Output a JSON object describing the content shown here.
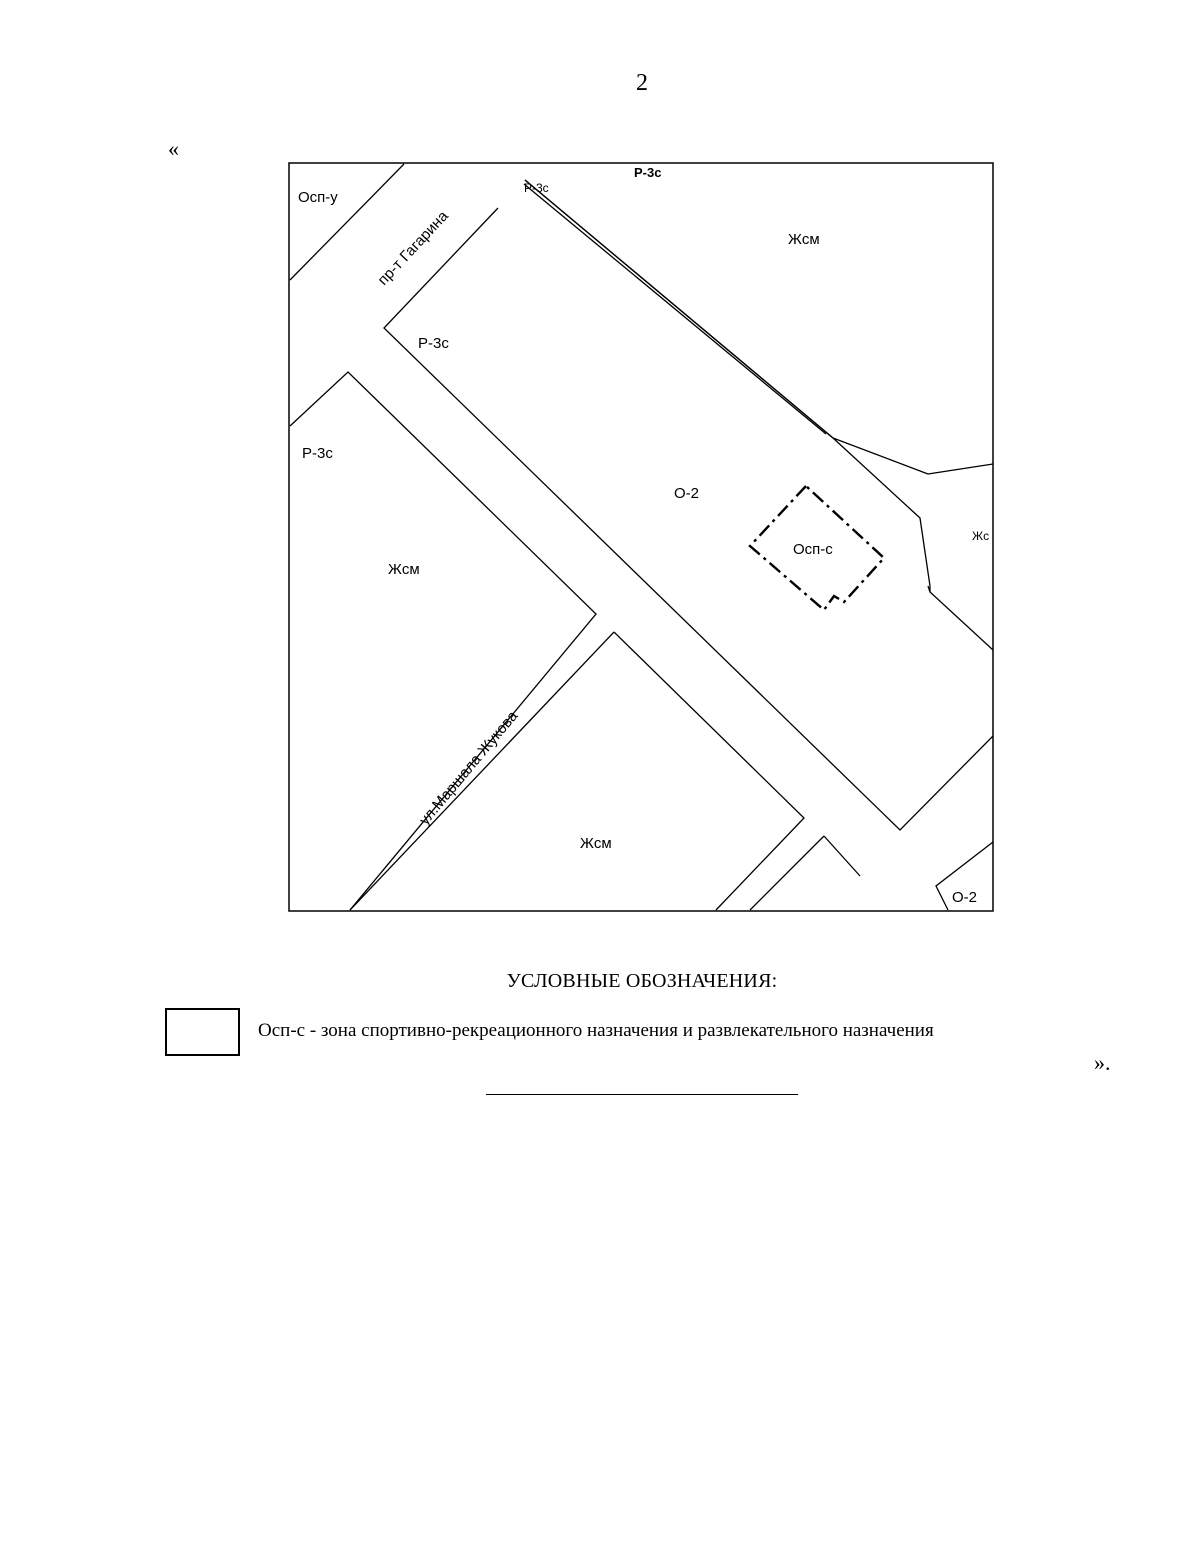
{
  "page": {
    "number": "2",
    "open_quote": "«",
    "close_quote": "»."
  },
  "map": {
    "streets": {
      "gagarin": "пр-т Гагарина",
      "zhukov": "ул.Маршала Жукова"
    },
    "zones": {
      "osp_u": "Осп-у",
      "r3c_top_small": "Р-3с",
      "r3c_top_bold": "Р-3с",
      "zhsm_top": "Жсм",
      "r3c_mid": "Р-3с",
      "r3c_left": "Р-3с",
      "o2_main": "О-2",
      "osp_c": "Осп-с",
      "zhs_right": "Жс",
      "zhsm_left": "Жсм",
      "zhsm_bottom": "Жсм",
      "o2_corner": "О-2"
    }
  },
  "legend": {
    "title": "УСЛОВНЫЕ ОБОЗНАЧЕНИЯ:",
    "items": [
      {
        "text": "Осп-с - зона спортивно-рекреационного назначения и развлекательного назначения"
      }
    ]
  }
}
